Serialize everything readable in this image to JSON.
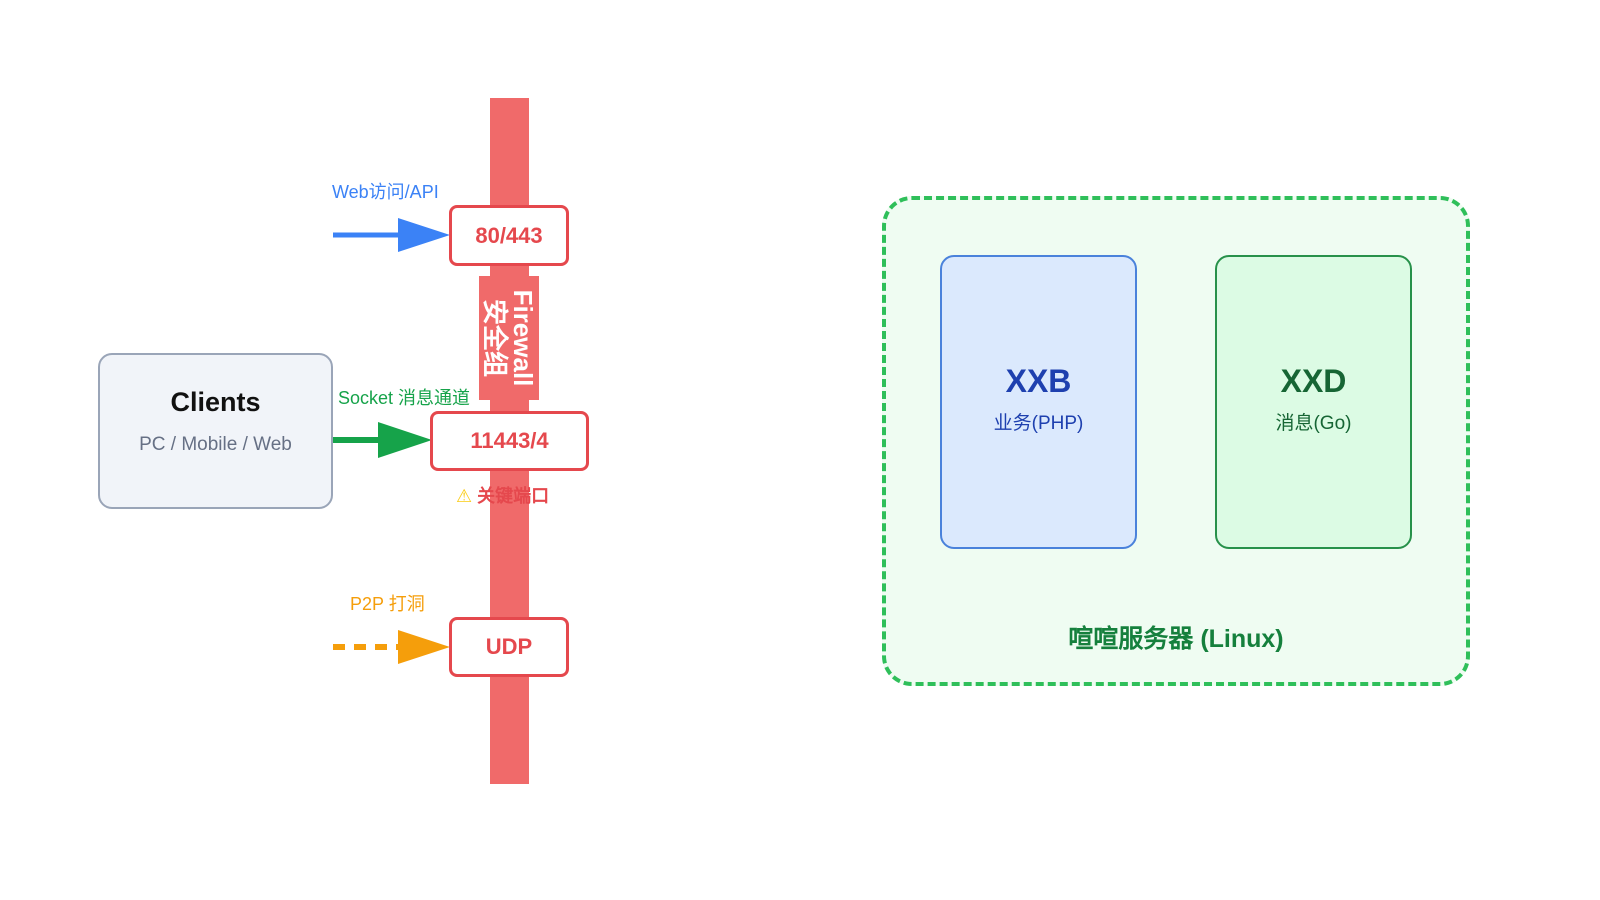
{
  "firewall": {
    "label": "Firewall 安全组",
    "color": "#f06a6a"
  },
  "clients": {
    "title": "Clients",
    "subtitle": "PC / Mobile / Web"
  },
  "ports": [
    {
      "label": "80/443",
      "flow_label": "Web访问/API",
      "flow_color": "#3b82f6",
      "line": "solid"
    },
    {
      "label": "11443/4",
      "flow_label": "Socket 消息通道",
      "flow_color": "#16a34a",
      "line": "solid",
      "note": "关键端口",
      "note_icon": "warning-icon"
    },
    {
      "label": "UDP",
      "flow_label": "P2P 打洞",
      "flow_color": "#f59e0b",
      "line": "dashed"
    }
  ],
  "server": {
    "title": "喧喧服务器 (Linux)",
    "services": [
      {
        "name": "XXB",
        "desc": "业务(PHP)"
      },
      {
        "name": "XXD",
        "desc": "消息(Go)"
      }
    ]
  }
}
